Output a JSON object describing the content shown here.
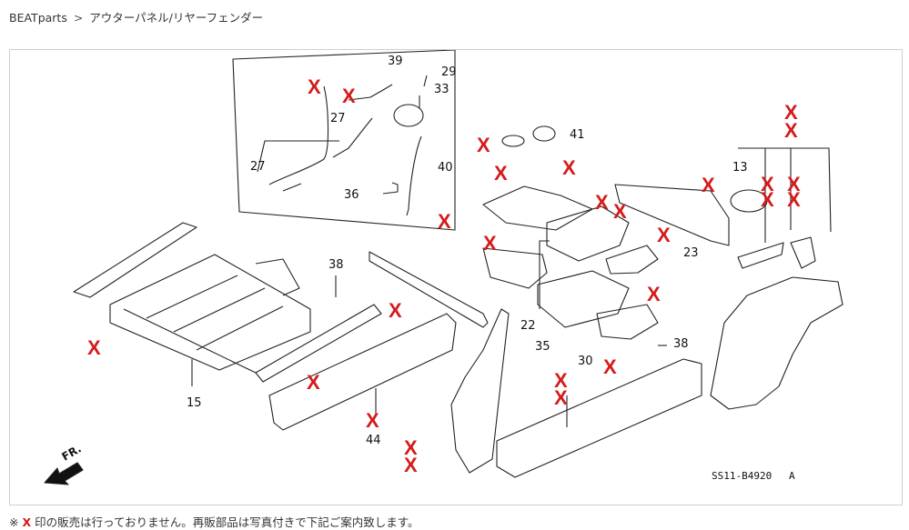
{
  "breadcrumb": {
    "root": "BEATparts",
    "separator": ">",
    "current": "アウターパネル/リヤーフェンダー"
  },
  "diagram": {
    "code": "SS11-B4920",
    "code_suffix": "A",
    "direction_label": "FR.",
    "callouts": [
      {
        "id": "c39",
        "text": "39"
      },
      {
        "id": "c29",
        "text": "29"
      },
      {
        "id": "c33",
        "text": "33"
      },
      {
        "id": "c27a",
        "text": "27"
      },
      {
        "id": "c27b",
        "text": "27"
      },
      {
        "id": "c40",
        "text": "40"
      },
      {
        "id": "c36",
        "text": "36"
      },
      {
        "id": "c41",
        "text": "41"
      },
      {
        "id": "c13",
        "text": "13"
      },
      {
        "id": "c23",
        "text": "23"
      },
      {
        "id": "c22",
        "text": "22"
      },
      {
        "id": "c35",
        "text": "35"
      },
      {
        "id": "c30",
        "text": "30"
      },
      {
        "id": "c38a",
        "text": "38"
      },
      {
        "id": "c38b",
        "text": "38"
      },
      {
        "id": "c15",
        "text": "15"
      },
      {
        "id": "c44",
        "text": "44"
      }
    ],
    "not_sold_mark": "X"
  },
  "footer_note": {
    "prefix": "※",
    "mark": "X",
    "text": "印の販売は行っておりません。再販部品は写真付きで下記ご案内致します。"
  }
}
